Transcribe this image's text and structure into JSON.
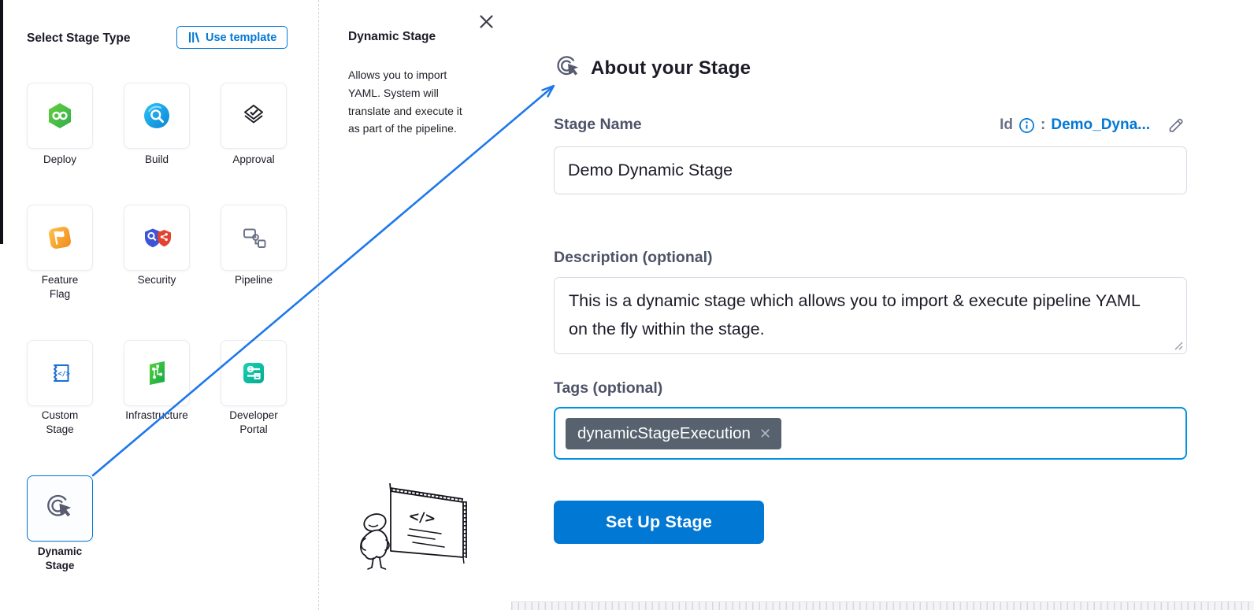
{
  "left_panel": {
    "title": "Select Stage Type",
    "use_template_label": "Use template",
    "stages": [
      {
        "label": "Deploy",
        "icon": "deploy-icon"
      },
      {
        "label": "Build",
        "icon": "build-icon"
      },
      {
        "label": "Approval",
        "icon": "approval-icon"
      },
      {
        "label": "Feature\nFlag",
        "icon": "feature-flag-icon"
      },
      {
        "label": "Security",
        "icon": "security-icon"
      },
      {
        "label": "Pipeline",
        "icon": "pipeline-icon"
      },
      {
        "label": "Custom\nStage",
        "icon": "custom-stage-icon"
      },
      {
        "label": "Infrastructure",
        "icon": "infrastructure-icon"
      },
      {
        "label": "Developer\nPortal",
        "icon": "developer-portal-icon"
      },
      {
        "label": "Dynamic\nStage",
        "icon": "dynamic-stage-icon",
        "selected": true
      }
    ]
  },
  "info_panel": {
    "title": "Dynamic Stage",
    "description": "Allows you to import YAML. System will translate and execute it as part of the pipeline.",
    "close_icon": "close-icon"
  },
  "form_panel": {
    "header": "About your Stage",
    "header_icon": "dynamic-stage-icon",
    "stage_name_label": "Stage Name",
    "id_label": "Id",
    "id_info_icon": "info-icon",
    "id_colon": ":",
    "id_value": "Demo_Dyna...",
    "edit_icon": "pencil-icon",
    "stage_name_value": "Demo Dynamic Stage",
    "description_label": "Description (optional)",
    "description_value": "This is a dynamic stage which allows you to import & execute pipeline YAML on the fly within the stage.",
    "tags_label": "Tags (optional)",
    "tags": [
      {
        "label": "dynamicStageExecution",
        "remove_icon": "remove-tag-icon"
      }
    ],
    "submit_label": "Set Up Stage"
  },
  "colors": {
    "primary": "#0278d5",
    "focus_border": "#0092e4",
    "arrow": "#1d78ea",
    "chip_bg": "#57626e",
    "text_dark": "#1b1b28",
    "label": "#4e5368",
    "muted": "#6d7086",
    "border": "#d9dae5"
  }
}
